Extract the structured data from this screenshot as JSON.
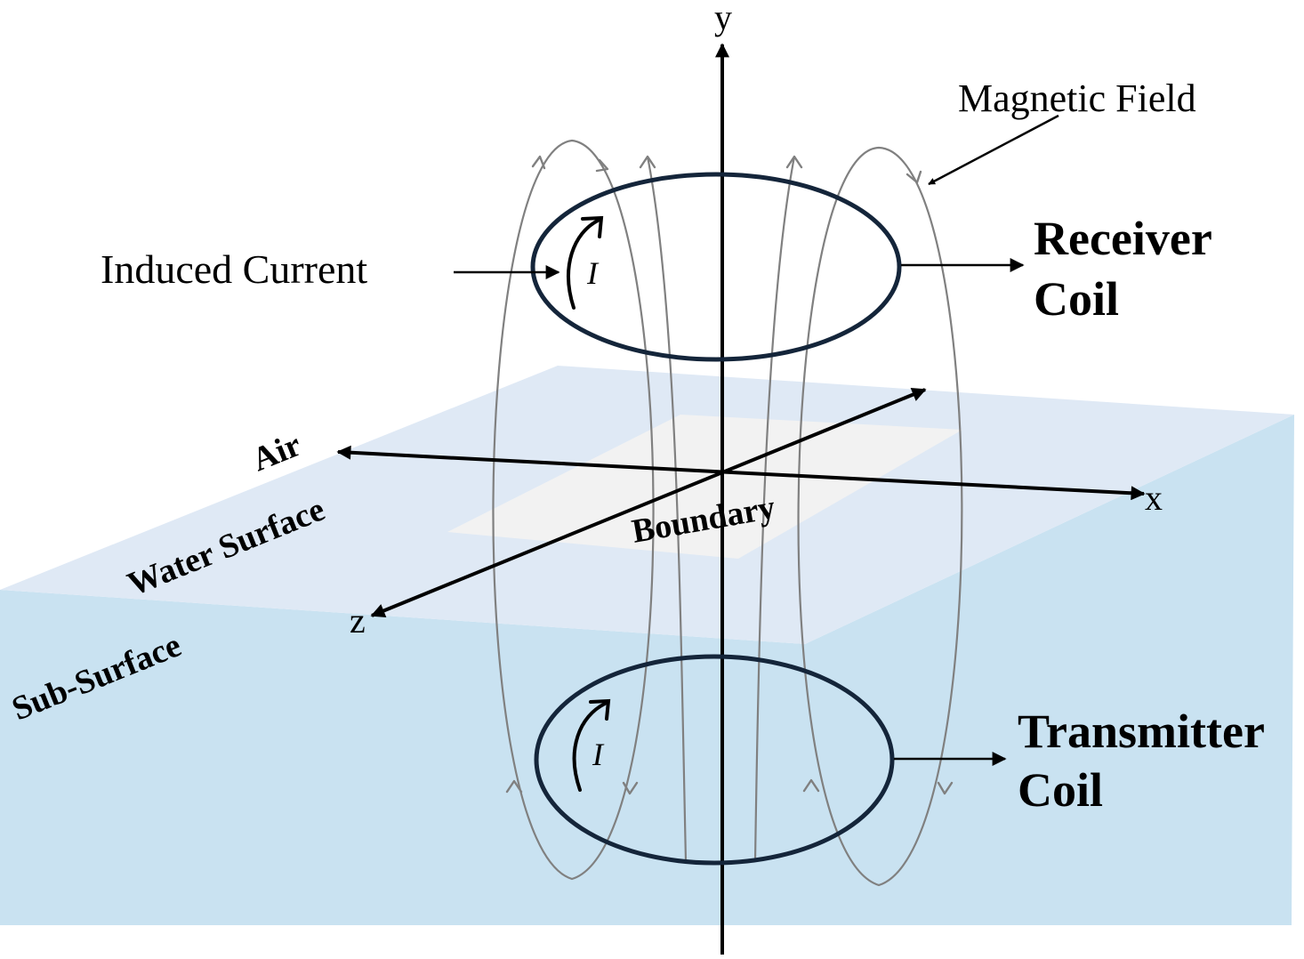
{
  "colors": {
    "air_plane": "#dfe9f5",
    "water_body": "#c9e2f1",
    "boundary_patch": "#f2f2f2",
    "coil_stroke": "#14253a",
    "field_line": "#808080",
    "axis": "#000000"
  },
  "axes": {
    "x": "x",
    "y": "y",
    "z": "z"
  },
  "layers": {
    "air": "Air",
    "water_surface": "Water Surface",
    "sub_surface": "Sub-Surface",
    "boundary": "Boundary"
  },
  "labels": {
    "magnetic_field": "Magnetic Field",
    "induced_current": "Induced Current",
    "receiver_line1": "Receiver",
    "receiver_line2": "Coil",
    "transmitter_line1": "Transmitter",
    "transmitter_line2": "Coil",
    "current_symbol": "I"
  }
}
